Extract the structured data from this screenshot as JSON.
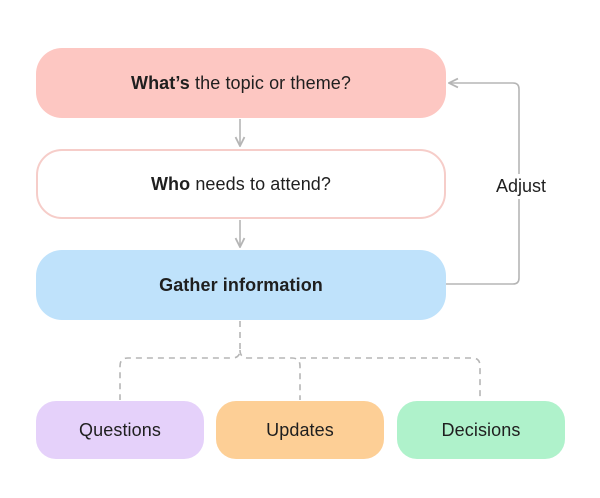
{
  "diagram": {
    "topic_box": {
      "bold": "What’s",
      "rest": " the topic or theme?"
    },
    "attend_box": {
      "bold": "Who",
      "rest": " needs to attend?"
    },
    "gather_box": {
      "label": "Gather information"
    },
    "loop_label": "Adjust",
    "outputs": [
      {
        "label": "Questions",
        "color": "#e5d1fa"
      },
      {
        "label": "Updates",
        "color": "#fdcf96"
      },
      {
        "label": "Decisions",
        "color": "#aff2cb"
      }
    ],
    "colors": {
      "topic_fill": "#fdc7c2",
      "attend_border": "#f6cdc9",
      "gather_fill": "#bfe2fb",
      "connector": "#b5b5b5"
    }
  }
}
